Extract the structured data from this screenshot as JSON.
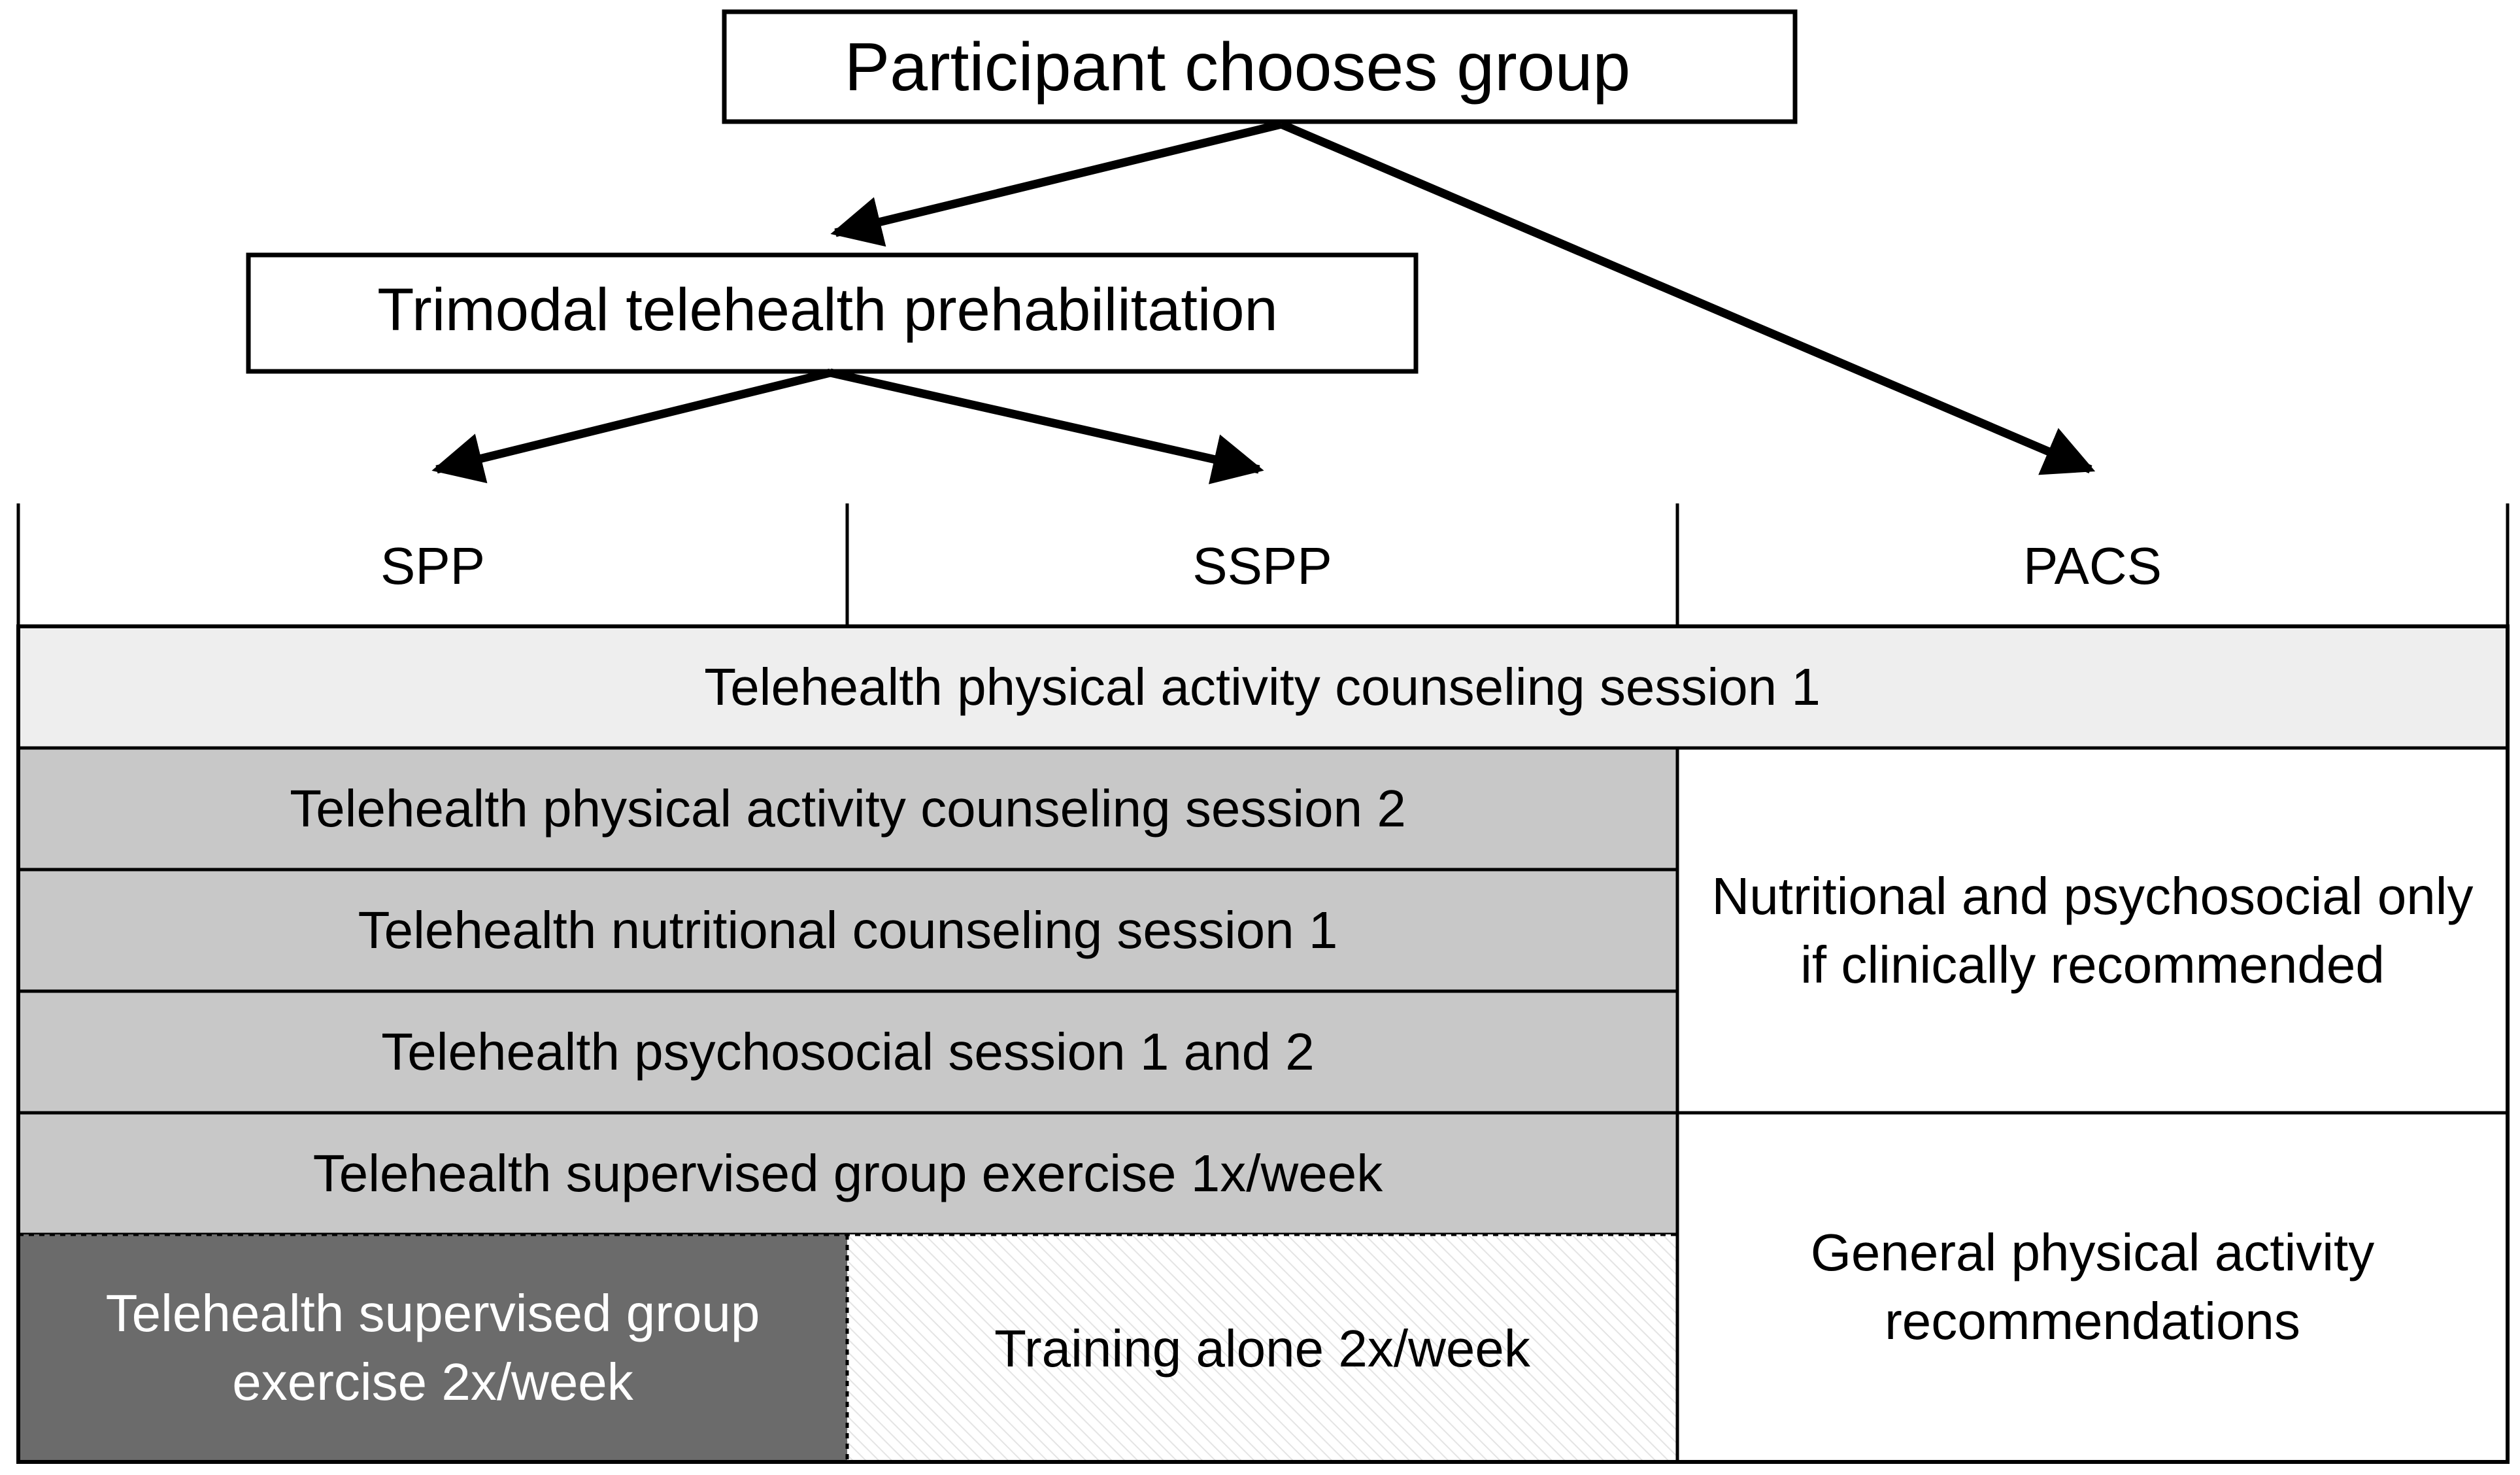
{
  "flowchart": {
    "top_box": {
      "label": "Participant chooses group"
    },
    "middle_box": {
      "label": "Trimodal telehealth prehabilitation"
    },
    "columns": [
      "SPP",
      "SSPP",
      "PACS"
    ]
  },
  "table": {
    "row_all_groups": "Telehealth physical activity counseling session 1",
    "row_pa_session2": "Telehealth physical activity counseling session 2",
    "row_nutrition": "Telehealth nutritional counseling session 1",
    "row_psychosocial": "Telehealth psychosocial session 1 and 2",
    "row_supervised_1x": "Telehealth supervised group exercise 1x/week",
    "spp_supervised_2x": [
      "Telehealth supervised group",
      "exercise 2x/week"
    ],
    "sspp_training_alone": "Training alone 2x/week",
    "pacs_nutrition_note": [
      "Nutritional and psychosocial only",
      "if clinically recommended"
    ],
    "pacs_pa_recommendations": [
      "General physical activity",
      "recommendations"
    ]
  },
  "colors": {
    "light_gray": "#eeeeee",
    "mid_gray": "#c8c8c8",
    "dark_gray": "#6b6b6b",
    "line": "#000000"
  }
}
